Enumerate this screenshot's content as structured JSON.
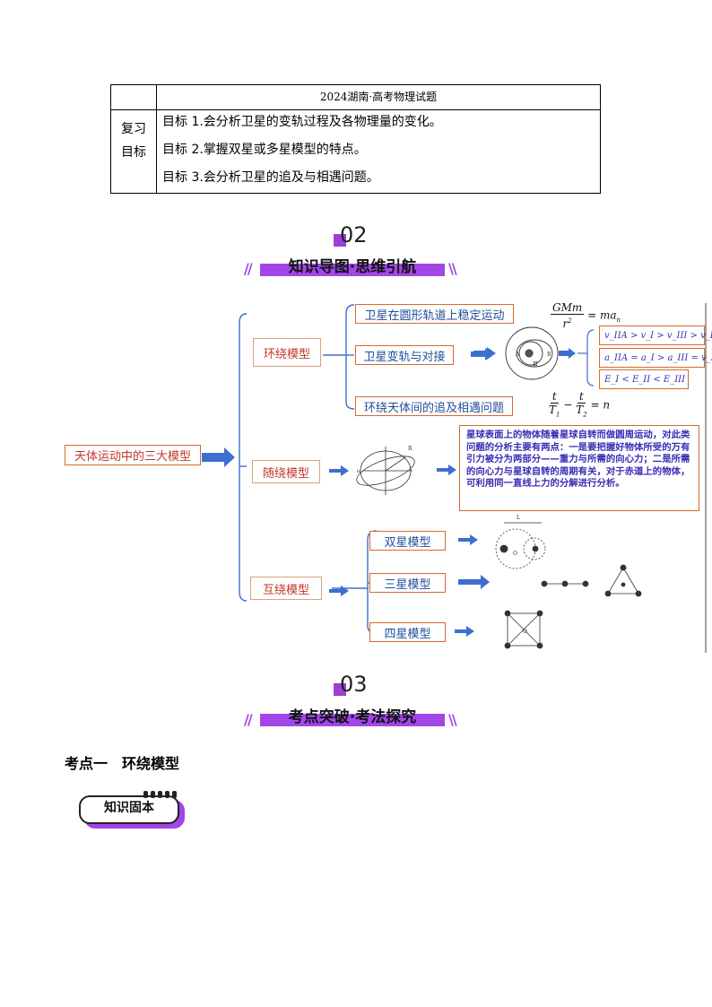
{
  "table": {
    "header": "2024湖南·高考物理试题",
    "label_line1": "复习",
    "label_line2": "目标",
    "goals": [
      "目标 1.会分析卫星的变轨过程及各物理量的变化。",
      "目标 2.掌握双星或多星模型的特点。",
      "目标 3.会分析卫星的追及与相遇问题。"
    ]
  },
  "section2": {
    "number": "02",
    "title": "知识导图·思维引航"
  },
  "section3": {
    "number": "03",
    "title": "考点突破·考法探究"
  },
  "mindmap": {
    "root": "天体运动中的三大模型",
    "branch1": "环绕模型",
    "branch2": "随绕模型",
    "branch3": "互绕模型",
    "b1_items": [
      "卫星在圆形轨道上稳定运动",
      "卫星变轨与对接",
      "环绕天体间的追及相遇问题"
    ],
    "b3_items": [
      "双星模型",
      "三星模型",
      "四星模型"
    ],
    "formula1": {
      "num": "GMm",
      "den": "r",
      "sup": "2",
      "rhs": "= ma",
      "sub": "n"
    },
    "relations": [
      "v_IIA > v_I > v_III > v_IIB",
      "a_IIA = a_I > a_III = v_IIB",
      "E_I < E_II < E_III"
    ],
    "formula3": {
      "a_num": "t",
      "a_den": "T",
      "a_sub": "1",
      "b_num": "t",
      "b_den": "T",
      "b_sub": "2",
      "rhs": "= n"
    },
    "note": "星球表面上的物体随着星球自转而做圆周运动，对此类问题的分析主要有两点：一是要把握好物体所受的万有引力被分为两部分——重力与所需的向心力；二是所需的向心力与星球自转的周期有关，对于赤道上的物体，可利用同一直线上力的分解进行分析。"
  },
  "kaodian": {
    "title": "考点一　环绕模型",
    "badge": "知识固本"
  },
  "colors": {
    "accent": "#a246e8",
    "box_border": "#d9692a",
    "arrow": "#3b6fd0",
    "tree_line": "#3b6fd0"
  }
}
